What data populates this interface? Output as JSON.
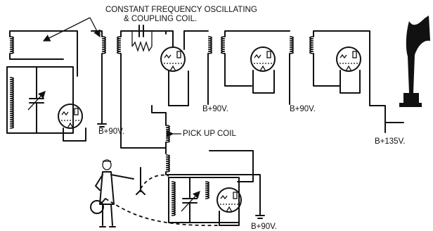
{
  "labels": {
    "oscillating_coil_line1": "CONSTANT FREQUENCY OSCILLATING",
    "oscillating_coil_line2": "& COUPLING COIL.",
    "pickup_coil": "PICK UP COIL",
    "b_plus_90_osc": "B+90V.",
    "b_plus_90_stage1": "B+90V.",
    "b_plus_90_stage2": "B+90V.",
    "b_plus_135": "B+135V.",
    "b_plus_90_bottom": "B+90V."
  },
  "colors": {
    "ink": "#111111",
    "paper": "#ffffff"
  },
  "figures": [
    "performer-figure",
    "loudspeaker-horn-icon",
    "antenna-rod-icon"
  ]
}
